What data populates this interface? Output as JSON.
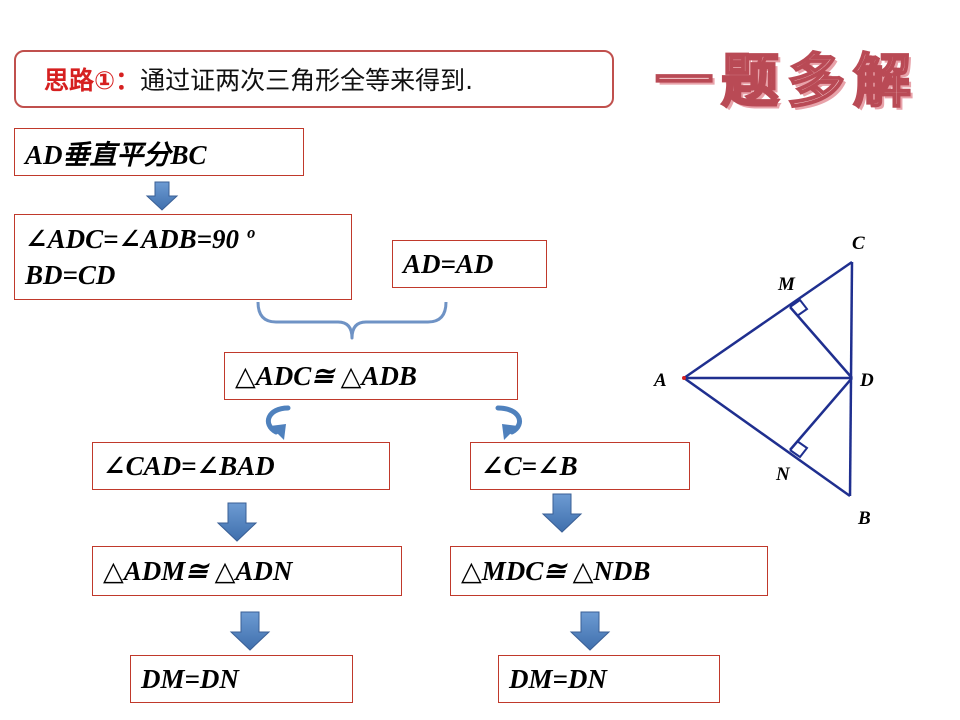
{
  "header": {
    "label": "思路①：",
    "text": "通过证两次三角形全等来得到."
  },
  "brand": {
    "text": "一题多解"
  },
  "flow": {
    "given": "AD垂直平分BC",
    "step1": [
      "∠ADC=∠ADB=90 º",
      "BD=CD"
    ],
    "common": "AD=AD",
    "congruent1": "△ADC≅ △ADB",
    "left_angle": "∠CAD=∠BAD",
    "left_congruent": "△ADM≅ △ADN",
    "left_result": "DM=DN",
    "right_angle": "∠C=∠B",
    "right_congruent": "△MDC≅ △NDB",
    "right_result": "DM=DN"
  },
  "figure": {
    "points": {
      "A": "A",
      "B": "B",
      "C": "C",
      "D": "D",
      "M": "M",
      "N": "N"
    }
  },
  "colors": {
    "box_border": "#c0392b",
    "arrow": "#4f81bd",
    "brace": "#6f93c5",
    "figure_line": "#1f2f8f",
    "label_red": "#d62020"
  }
}
